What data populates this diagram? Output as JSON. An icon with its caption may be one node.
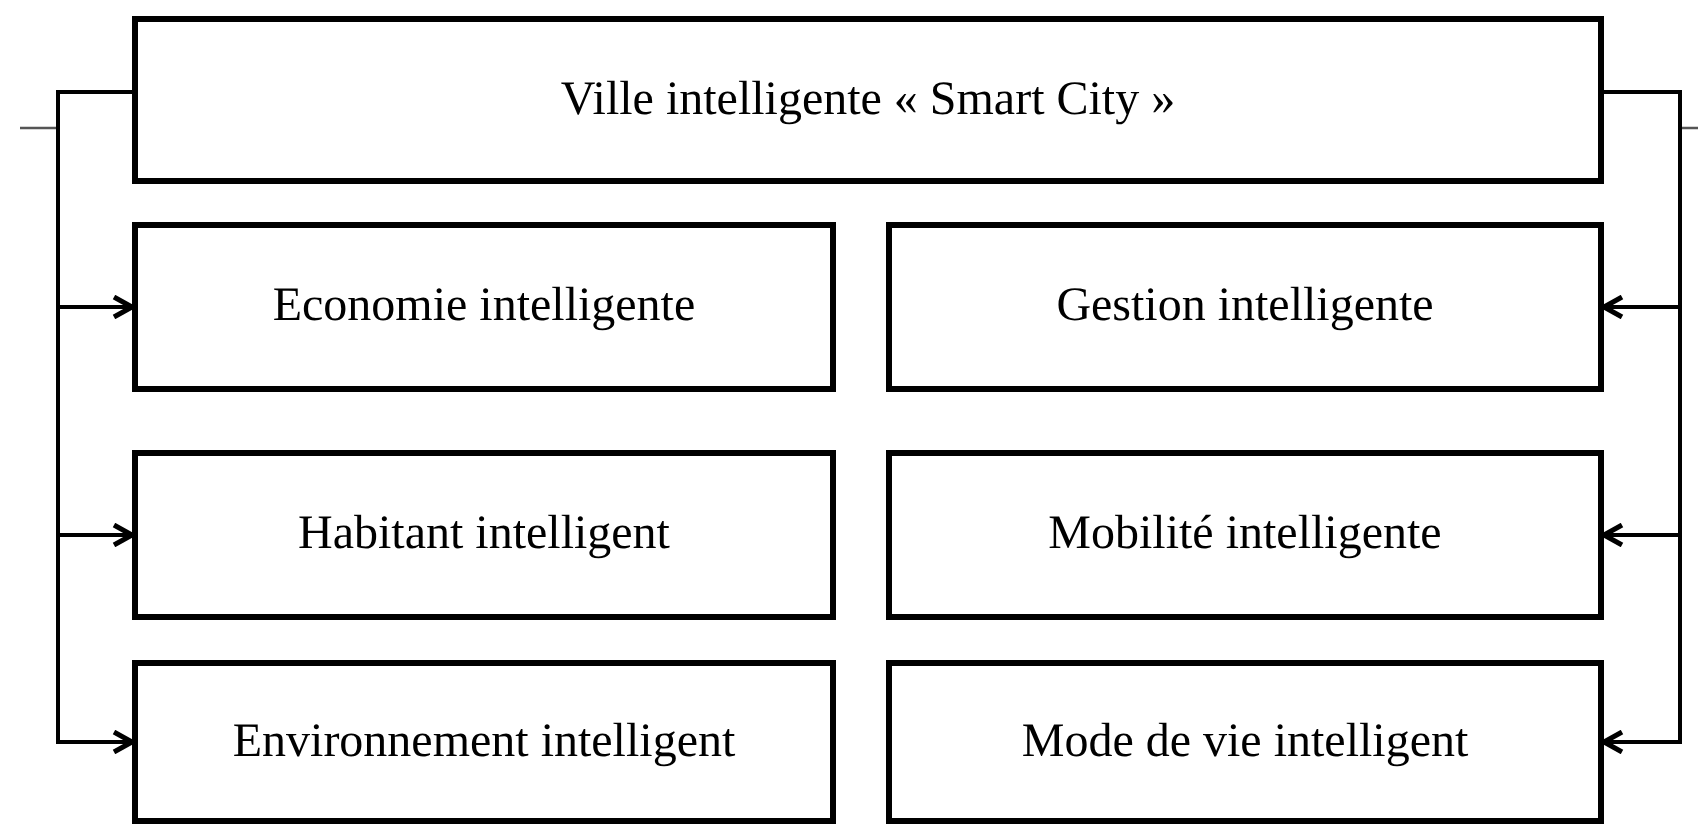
{
  "diagram": {
    "nodes": [
      {
        "text": [
          "Ville intelligente « Smart City »"
        ]
      },
      {
        "text": [
          "Economie intelligente"
        ]
      },
      {
        "text": [
          "Gestion intelligente"
        ]
      },
      {
        "text": [
          "Habitant intelligent"
        ]
      },
      {
        "text": [
          "Mobilité intelligente"
        ]
      },
      {
        "text": [
          "Environnement intelligent"
        ]
      },
      {
        "text": [
          "Mode de vie intelligent"
        ]
      }
    ],
    "edges": [
      {
        "from": 0,
        "to": 1,
        "arrow": "to"
      },
      {
        "from": 0,
        "to": 3,
        "arrow": "to"
      },
      {
        "from": 0,
        "to": 5,
        "arrow": "to"
      },
      {
        "from": 0,
        "to": 2,
        "arrow": "to"
      },
      {
        "from": 0,
        "to": 4,
        "arrow": "to"
      },
      {
        "from": 0,
        "to": 6,
        "arrow": "to"
      }
    ]
  }
}
